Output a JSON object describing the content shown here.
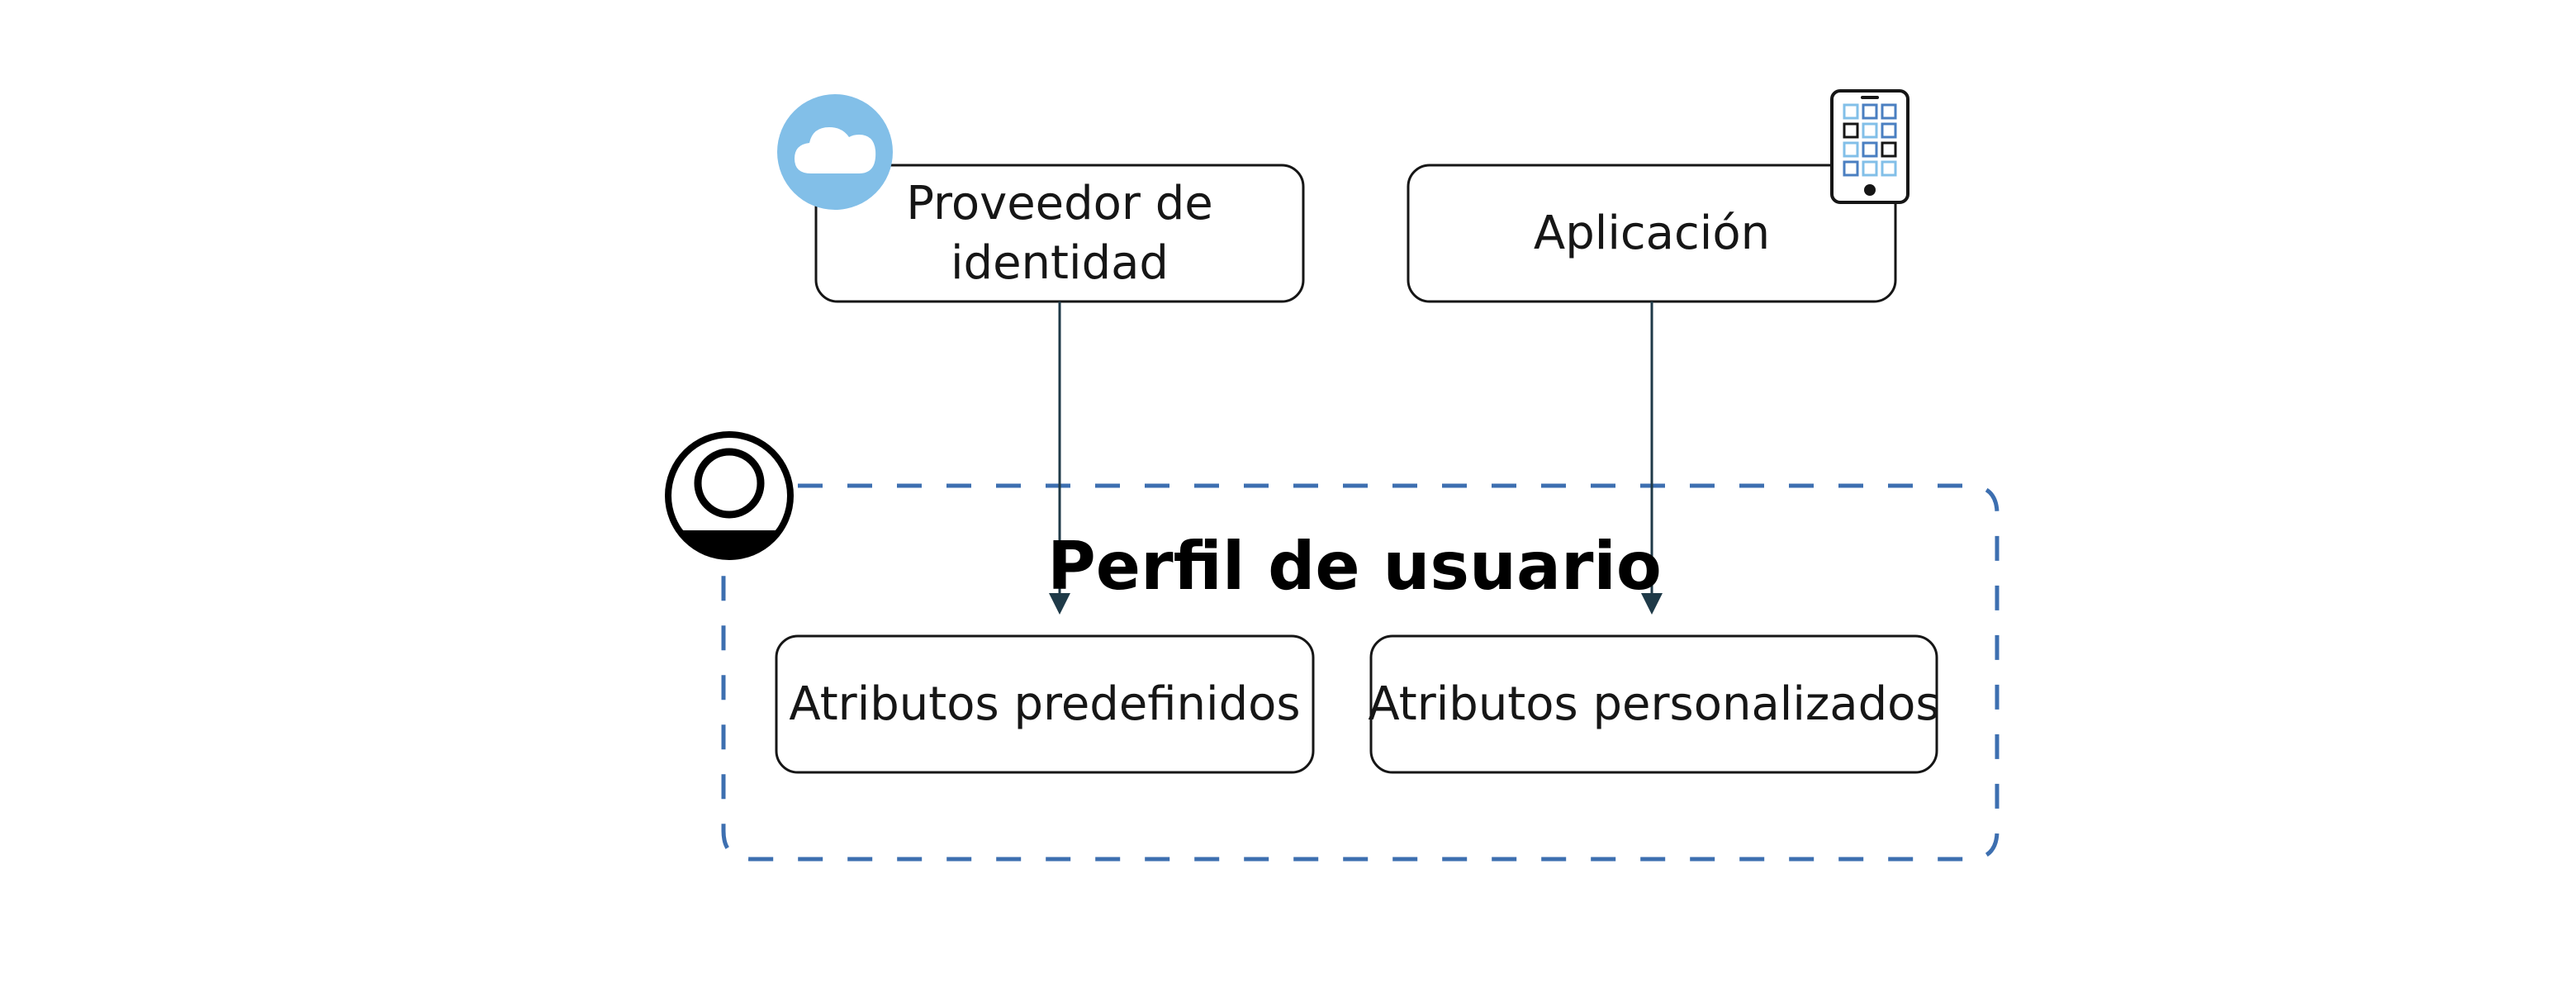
{
  "nodes": {
    "identity_provider": {
      "line1": "Proveedor de",
      "line2": "identidad"
    },
    "application": {
      "label": "Aplicación"
    },
    "user_profile": {
      "title": "Perfil de usuario"
    },
    "predefined_attributes": {
      "label": "Atributos predefinidos"
    },
    "custom_attributes": {
      "label": "Atributos personalizados"
    }
  },
  "icons": {
    "identity_provider": "cloud-icon",
    "application": "mobile-app-icon",
    "user_profile": "user-avatar-icon"
  },
  "colors": {
    "box_stroke": "#161616",
    "arrow": "#1f3a48",
    "dashed_border": "#3d6fb0",
    "cloud_circle": "#82bfe8",
    "app_grid_light": "#82bfe8",
    "app_grid_mid": "#4a7fc1",
    "app_grid_dark": "#161616"
  }
}
